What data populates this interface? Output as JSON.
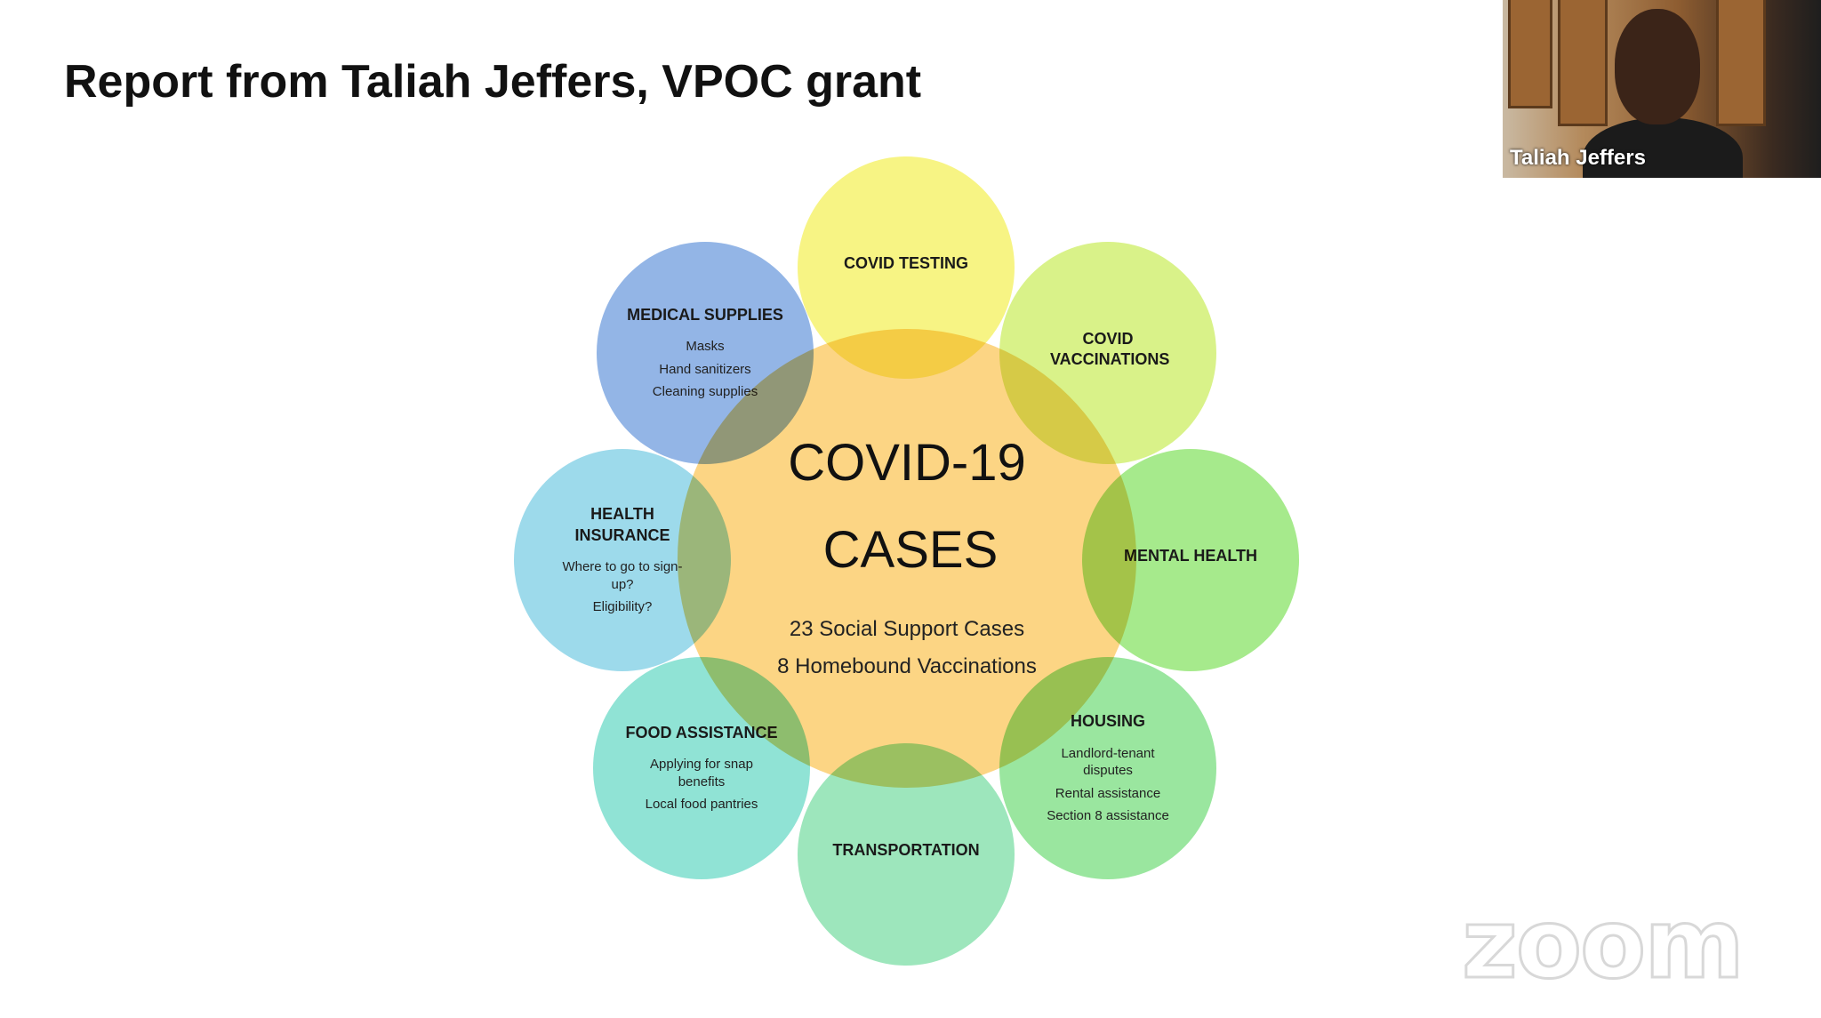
{
  "slide": {
    "title": "Report from Taliah Jeffers, VPOC grant"
  },
  "diagram": {
    "center": {
      "title_line1": "COVID-19",
      "title_line2": "CASES",
      "stat1": "23 Social Support Cases",
      "stat2": "8 Homebound Vaccinations"
    },
    "bubbles": [
      {
        "label": "COVID TESTING",
        "items": []
      },
      {
        "label": "COVID VACCINATIONS",
        "items": []
      },
      {
        "label": "MENTAL HEALTH",
        "items": []
      },
      {
        "label": "HOUSING",
        "items": [
          "Landlord-tenant disputes",
          "Rental assistance",
          "Section 8 assistance"
        ]
      },
      {
        "label": "TRANSPORTATION",
        "items": []
      },
      {
        "label": "FOOD ASSISTANCE",
        "items": [
          "Applying  for snap benefits",
          "Local food pantries"
        ]
      },
      {
        "label": "HEALTH INSURANCE",
        "items": [
          "Where to go to sign-up?",
          "Eligibility?"
        ]
      },
      {
        "label": "MEDICAL SUPPLIES",
        "items": [
          "Masks",
          "Hand sanitizers",
          "Cleaning supplies"
        ]
      }
    ]
  },
  "video": {
    "participant_name": "Taliah Jeffers"
  },
  "watermark": {
    "text": "zoom"
  }
}
